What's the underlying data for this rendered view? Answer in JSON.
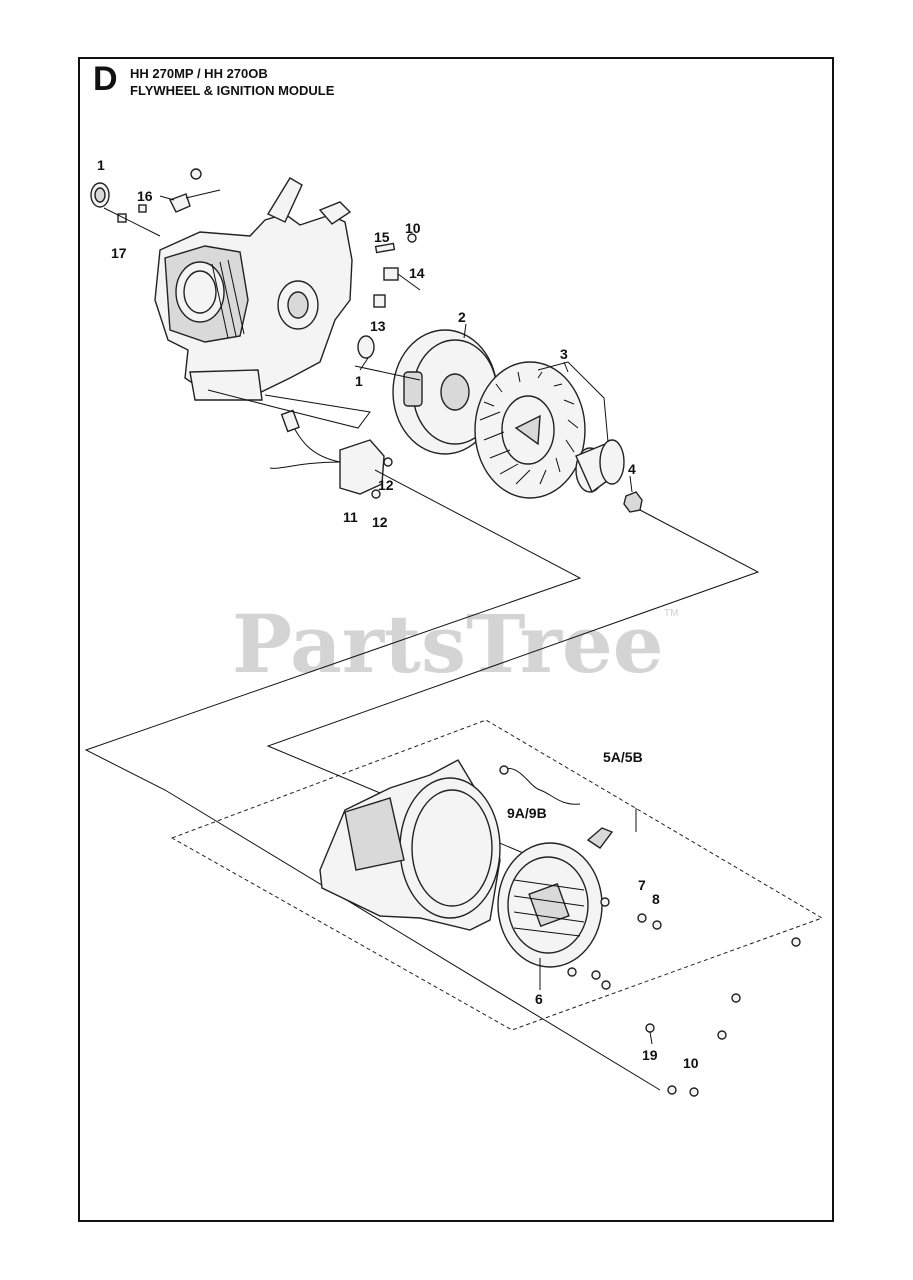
{
  "header": {
    "section_letter": "D",
    "models": "HH 270MP / HH 270OB",
    "title": "FLYWHEEL & IGNITION MODULE"
  },
  "watermark": {
    "text": "PartsTree",
    "trademark": "TM"
  },
  "callouts": {
    "c1_top": "1",
    "c16": "16",
    "c17": "17",
    "c15": "15",
    "c10_top": "10",
    "c14": "14",
    "c13": "13",
    "c1_mid": "1",
    "c2": "2",
    "c3": "3",
    "c4": "4",
    "c12_a": "12",
    "c11": "11",
    "c12_b": "12",
    "c5": "5A/5B",
    "c9": "9A/9B",
    "c7": "7",
    "c8": "8",
    "c6": "6",
    "c19": "19",
    "c10_bot": "10"
  }
}
